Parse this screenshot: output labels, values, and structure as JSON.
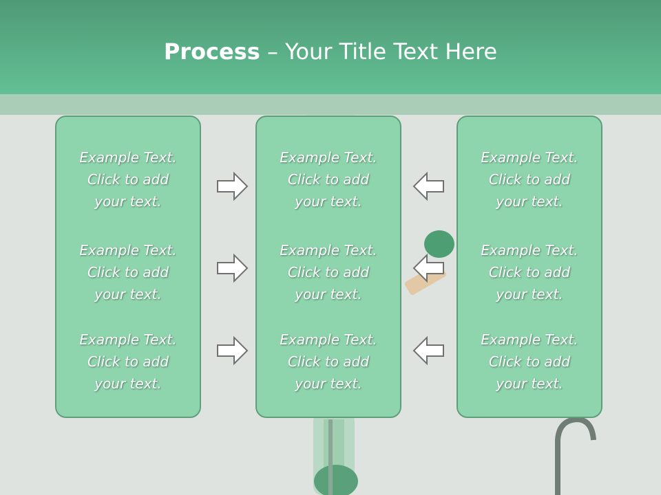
{
  "slide": {
    "title_bold": "Process",
    "title_rest": " – Your Title Text Here"
  },
  "columns": [
    {
      "blocks": [
        {
          "line1": "Example Text.",
          "line2": "Click  to add",
          "line3": "your text."
        },
        {
          "line1": "Example Text.",
          "line2": "Click  to add",
          "line3": "your text."
        },
        {
          "line1": "Example Text.",
          "line2": "Click  to add",
          "line3": "your text."
        }
      ]
    },
    {
      "blocks": [
        {
          "line1": "Example Text.",
          "line2": "Click  to add",
          "line3": "your text."
        },
        {
          "line1": "Example Text.",
          "line2": "Click  to add",
          "line3": "your text."
        },
        {
          "line1": "Example Text.",
          "line2": "Click  to add",
          "line3": "your text."
        }
      ]
    },
    {
      "blocks": [
        {
          "line1": "Example Text.",
          "line2": "Click  to add",
          "line3": "your text."
        },
        {
          "line1": "Example Text.",
          "line2": "Click  to add",
          "line3": "your text."
        },
        {
          "line1": "Example Text.",
          "line2": "Click  to add",
          "line3": "your text."
        }
      ]
    }
  ],
  "arrows": {
    "left_column": "right-arrow-icon",
    "right_column": "left-arrow-icon"
  },
  "colors": {
    "title_bar": "#63c095",
    "box_fill": "#8ed5ad",
    "box_border": "#5f9e7b",
    "text": "#ffffff"
  }
}
